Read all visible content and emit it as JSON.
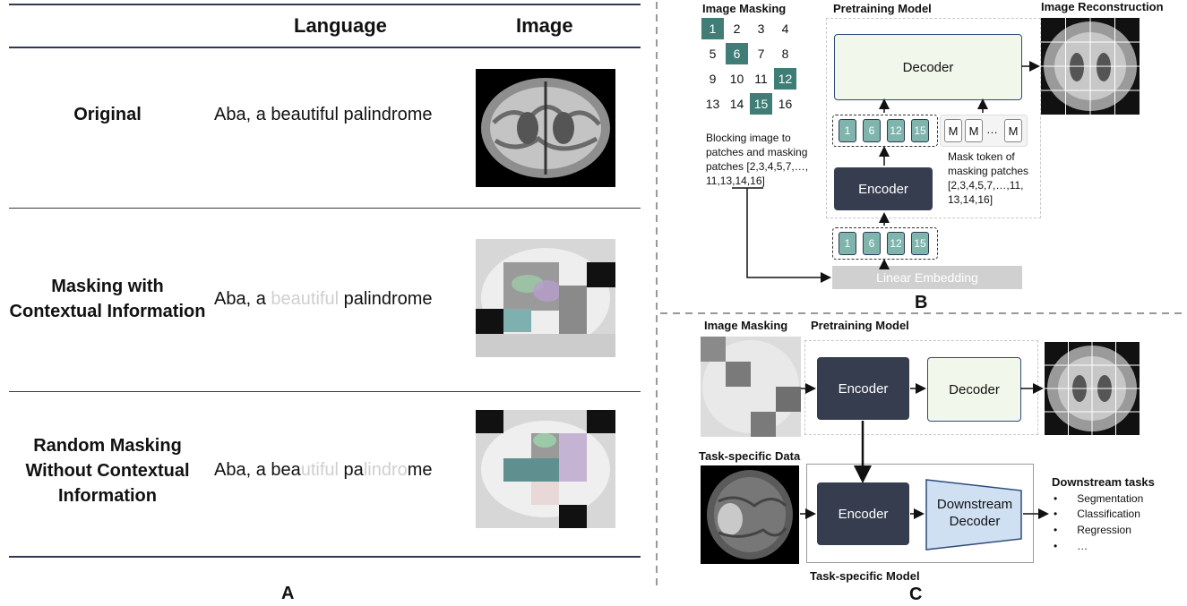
{
  "panel_a": {
    "header_language": "Language",
    "header_image": "Image",
    "rows": [
      {
        "label_lines": [
          "Original"
        ],
        "phrase": [
          {
            "t": "Aba, a beautiful palindrome",
            "f": false
          }
        ]
      },
      {
        "label_lines": [
          "Masking with",
          "Contextual Information"
        ],
        "phrase": [
          {
            "t": "Aba, a ",
            "f": false
          },
          {
            "t": "beautiful",
            "f": true
          },
          {
            "t": " palindrome",
            "f": false
          }
        ]
      },
      {
        "label_lines": [
          "Random Masking",
          "Without Contextual",
          "Information"
        ],
        "phrase": [
          {
            "t": "Aba, a bea",
            "f": false
          },
          {
            "t": "utiful",
            "f": true
          },
          {
            "t": " pa",
            "f": false
          },
          {
            "t": "lindro",
            "f": true
          },
          {
            "t": "me",
            "f": false
          }
        ]
      }
    ],
    "letter": "A"
  },
  "panel_b": {
    "image_masking_title": "Image Masking",
    "pretraining_title": "Pretraining Model",
    "reconstruction_title": "Image Reconstruction",
    "grid": [
      "1",
      "2",
      "3",
      "4",
      "5",
      "6",
      "7",
      "8",
      "9",
      "10",
      "11",
      "12",
      "13",
      "14",
      "15",
      "16"
    ],
    "visible_patches": [
      "1",
      "6",
      "12",
      "15"
    ],
    "blocking_text": [
      "Blocking image to",
      "patches and masking",
      "patches [2,3,4,5,7,…,",
      "11,13,14,16]"
    ],
    "decoder_label": "Decoder",
    "encoder_label": "Encoder",
    "mask_tokens": [
      "M",
      "M",
      "…",
      "M"
    ],
    "mask_text": [
      "Mask token of",
      "masking patches",
      "[2,3,4,5,7,…,11,",
      "13,14,16]"
    ],
    "linear_embedding": "Linear Embedding",
    "letter": "B"
  },
  "panel_c": {
    "image_masking_title": "Image Masking",
    "pretraining_title": "Pretraining Model",
    "encoder_label": "Encoder",
    "decoder_label": "Decoder",
    "task_data_title": "Task-specific Data",
    "downstream_decoder_lines": [
      "Downstream",
      "Decoder"
    ],
    "task_model_title": "Task-specific Model",
    "downstream_title": "Downstream tasks",
    "tasks": [
      "Segmentation",
      "Classification",
      "Regression",
      "…"
    ],
    "letter": "C"
  }
}
